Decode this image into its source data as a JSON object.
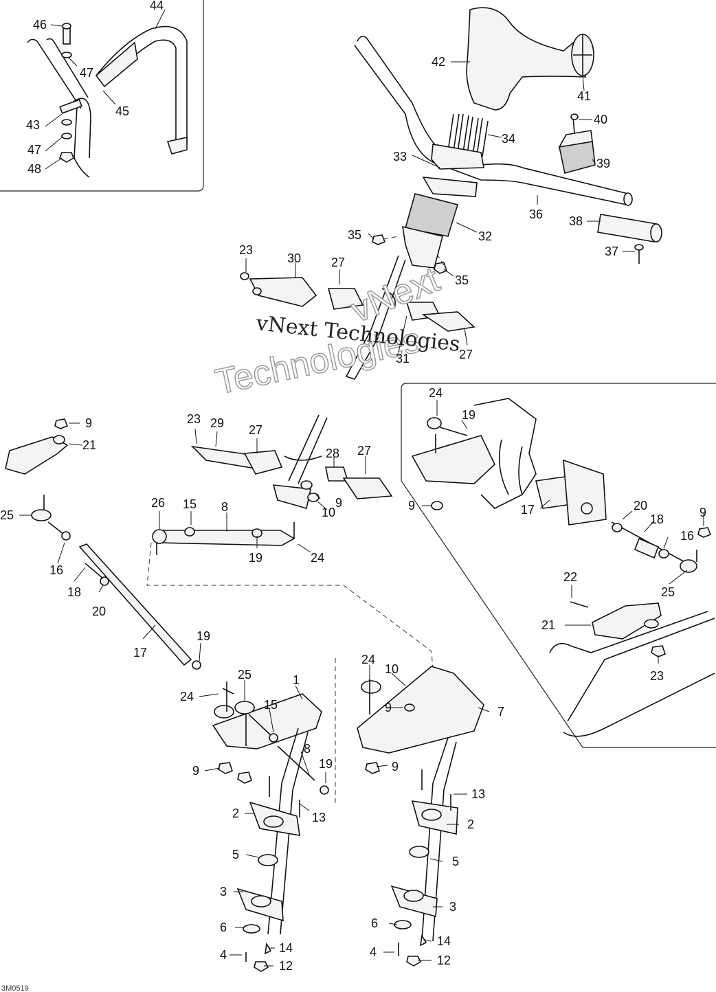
{
  "watermark": {
    "line1": "vNext Technologies",
    "line2": "Technologies",
    "line3": "vNext"
  },
  "document_id": "3M0519",
  "callouts": {
    "c46": "46",
    "c44": "44",
    "c47a": "47",
    "c45": "45",
    "c43": "43",
    "c47b": "47",
    "c48": "48",
    "c42": "42",
    "c41": "41",
    "c40": "40",
    "c34": "34",
    "c39": "39",
    "c33": "33",
    "c36": "36",
    "c38": "38",
    "c32": "32",
    "c35a": "35",
    "c37": "37",
    "c23a": "23",
    "c30": "30",
    "c27a": "27",
    "c35b": "35",
    "c31": "31",
    "c27b": "27",
    "c9a": "9",
    "c21a": "21",
    "c25a": "25",
    "c16a": "16",
    "c18a": "18",
    "c20a": "20",
    "c17a": "17",
    "c19a": "19",
    "c24a": "24",
    "c25b": "25",
    "c1": "1",
    "c15b": "15",
    "c9b": "9",
    "c8b": "8",
    "c19b": "19",
    "c13a": "13",
    "c2a": "2",
    "c5a": "5",
    "c3a": "3",
    "c6a": "6",
    "c4a": "4",
    "c14a": "14",
    "c12a": "12",
    "c23b": "23",
    "c29": "29",
    "c27c": "27",
    "c28": "28",
    "c27d": "27",
    "c26": "26",
    "c15a": "15",
    "c8a": "8",
    "c9c": "9",
    "c10a": "10",
    "c19c": "19",
    "c24b": "24",
    "c24c": "24",
    "c10b": "10",
    "c9d": "9",
    "c7": "7",
    "c9e": "9",
    "c13b": "13",
    "c2b": "2",
    "c5b": "5",
    "c3b": "3",
    "c6b": "6",
    "c14b": "14",
    "c4b": "4",
    "c12b": "12",
    "c24d": "24",
    "c19d": "19",
    "c9f": "9",
    "c17b": "17",
    "c20b": "20",
    "c18b": "18",
    "c9g": "9",
    "c16b": "16",
    "c25c": "25",
    "c22": "22",
    "c21b": "21",
    "c23c": "23"
  },
  "colors": {
    "line": "#111111",
    "fill": "#f4f4f4",
    "shade": "#cfcfcf",
    "background": "#ffffff"
  }
}
